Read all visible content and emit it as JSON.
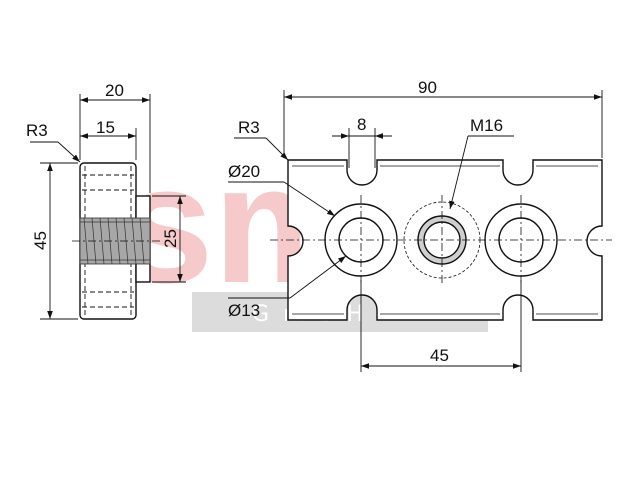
{
  "watermark": {
    "brand": "smt",
    "sub": "GmbH",
    "color_red": "#f6c9cb",
    "color_gray": "#d9d9d9"
  },
  "colors": {
    "line": "#111111",
    "thread_fill": "#a7a7a7",
    "hole_fill": "#cfcfcf"
  },
  "side_view": {
    "width_total": "20",
    "width_body": "15",
    "radius": "R3",
    "height": "45",
    "thread_length": "25"
  },
  "front_view": {
    "length": "90",
    "slot_width": "8",
    "radius": "R3",
    "thread": "M16",
    "outer_diameter": "Ø20",
    "bore_diameter": "Ø13",
    "hole_spacing": "45"
  }
}
